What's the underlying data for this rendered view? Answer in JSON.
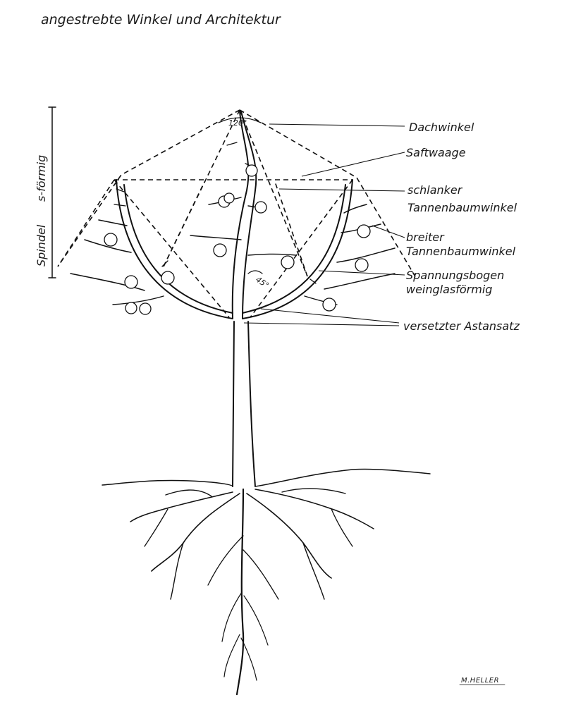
{
  "title": "angestrebte Winkel und Architektur",
  "side_labels": {
    "spindel": "Spindel",
    "s_foermig": "s-förmig"
  },
  "angle_labels": {
    "top_angle": "120°",
    "inner_angle": "45°"
  },
  "callouts": [
    {
      "id": "dachwinkel",
      "text": "Dachwinkel"
    },
    {
      "id": "saftwaage",
      "text": "Saftwaage"
    },
    {
      "id": "schlanker",
      "text": "schlanker"
    },
    {
      "id": "schlanker2",
      "text": "Tannenbaumwinkel"
    },
    {
      "id": "breiter",
      "text": "breiter"
    },
    {
      "id": "breiter2",
      "text": "Tannenbaumwinkel"
    },
    {
      "id": "spannung",
      "text": "Spannungsbogen"
    },
    {
      "id": "spannung2",
      "text": "weinglasförmig"
    },
    {
      "id": "versetzter",
      "text": "versetzter Astansatz"
    }
  ],
  "signature": "M.HELLER"
}
